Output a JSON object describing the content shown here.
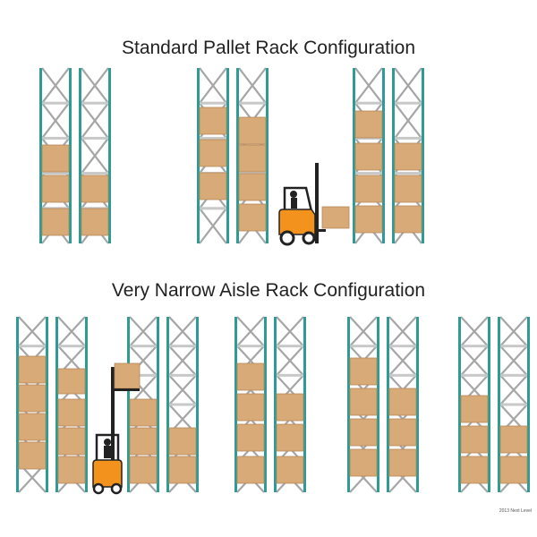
{
  "titles": {
    "standard": "Standard Pallet Rack Configuration",
    "vna": "Very Narrow Aisle Rack Configuration"
  },
  "credit": "2013 Next Level",
  "colors": {
    "upright": "#2e9c95",
    "brace": "#a6a6a6",
    "beam": "#c8c8c8",
    "pallet": "#d7aa78",
    "forklift": "#f3931e",
    "forklift_dark": "#222222"
  },
  "icons": [
    "forklift-icon",
    "pallet-rack-icon"
  ]
}
